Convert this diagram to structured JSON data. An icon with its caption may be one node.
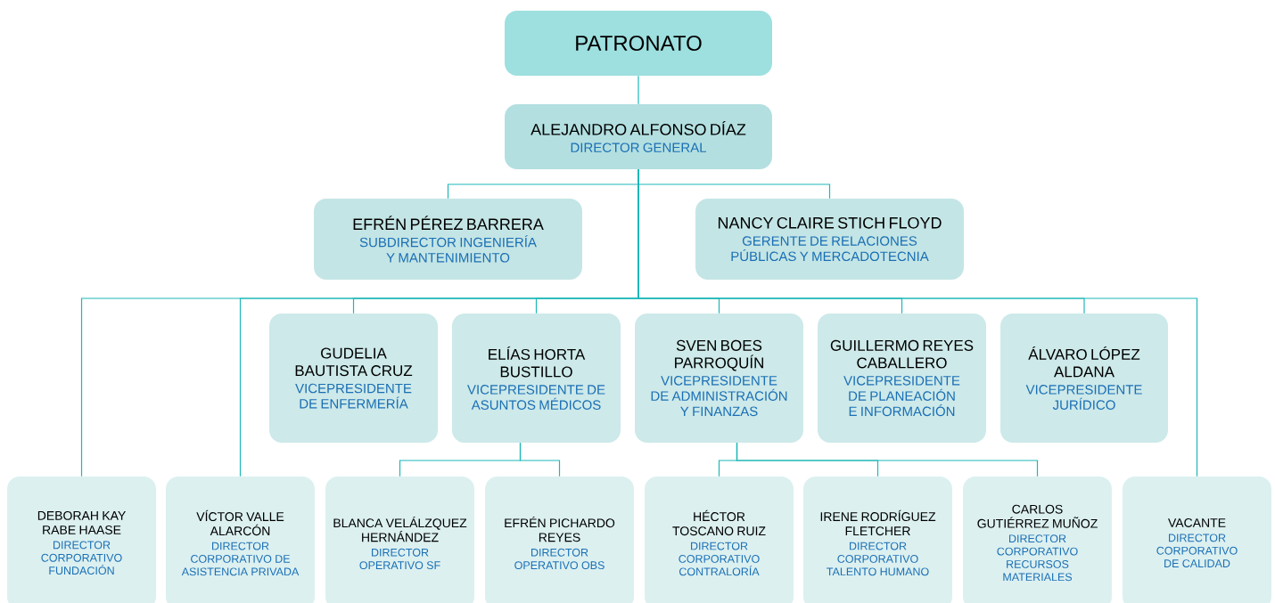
{
  "diagram": {
    "nodes": [
      {
        "text": [
          "PATRONATO"
        ]
      },
      {
        "text": [
          "ALEJANDRO ALFONSO DÍAZ",
          "DIRECTOR GENERAL"
        ]
      },
      {
        "text": [
          "EFRÉN PÉREZ BARRERA",
          "SUBDIRECTOR INGENIERÍA Y MANTENIMIENTO"
        ]
      },
      {
        "text": [
          "NANCY CLAIRE STICH FLOYD",
          "GERENTE DE RELACIONES PÚBLICAS Y MERCADOTECNIA"
        ]
      },
      {
        "text": [
          "GUDELIA BAUTISTA CRUZ",
          "VICEPRESIDENTE DE ENFERMERÍA"
        ]
      },
      {
        "text": [
          "ELÍAS HORTA BUSTILLO",
          "VICEPRESIDENTE DE ASUNTOS MÉDICOS"
        ]
      },
      {
        "text": [
          "SVEN BOES PARROQUÍN",
          "VICEPRESIDENTE DE ADMINISTRACIÓN Y FINANZAS"
        ]
      },
      {
        "text": [
          "GUILLERMO REYES CABALLERO",
          "VICEPRESIDENTE DE PLANEACIÓN E INFORMACIÓN"
        ]
      },
      {
        "text": [
          "ÁLVARO LÓPEZ ALDANA",
          "VICEPRESIDENTE JURÍDICO"
        ]
      },
      {
        "text": [
          "DEBORAH KAY RABE HAASE",
          "DIRECTOR CORPORATIVO FUNDACIÓN"
        ]
      },
      {
        "text": [
          "VÍCTOR VALLE ALARCÓN",
          "DIRECTOR CORPORATIVO DE ASISTENCIA PRIVADA"
        ]
      },
      {
        "text": [
          "BLANCA VELÁLZQUEZ HERNÁNDEZ",
          "DIRECTOR OPERATIVO SF"
        ]
      },
      {
        "text": [
          "EFRÉN PICHARDO REYES",
          "DIRECTOR OPERATIVO OBS"
        ]
      },
      {
        "text": [
          "HÉCTOR TOSCANO RUIZ",
          "DIRECTOR CORPORATIVO CONTRALORÍA"
        ]
      },
      {
        "text": [
          "IRENE RODRÍGUEZ FLETCHER",
          "DIRECTOR CORPORATIVO TALENTO HUMANO"
        ]
      },
      {
        "text": [
          "CARLOS GUTIÉRREZ MUÑOZ",
          "DIRECTOR CORPORATIVO RECURSOS MATERIALES"
        ]
      },
      {
        "text": [
          "VACANTE",
          "DIRECTOR CORPORATIVO DE CALIDAD"
        ]
      }
    ],
    "edges": [
      {
        "from": 0,
        "to": 1,
        "arrow": "none"
      },
      {
        "from": 1,
        "to": 2,
        "arrow": "none"
      },
      {
        "from": 1,
        "to": 3,
        "arrow": "none"
      },
      {
        "from": 1,
        "to": 9,
        "arrow": "none"
      },
      {
        "from": 1,
        "to": 10,
        "arrow": "none"
      },
      {
        "from": 1,
        "to": 4,
        "arrow": "none"
      },
      {
        "from": 1,
        "to": 5,
        "arrow": "none"
      },
      {
        "from": 1,
        "to": 6,
        "arrow": "none"
      },
      {
        "from": 1,
        "to": 7,
        "arrow": "none"
      },
      {
        "from": 1,
        "to": 8,
        "arrow": "none"
      },
      {
        "from": 1,
        "to": 16,
        "arrow": "none"
      },
      {
        "from": 5,
        "to": 11,
        "arrow": "none"
      },
      {
        "from": 5,
        "to": 12,
        "arrow": "none"
      },
      {
        "from": 6,
        "to": 13,
        "arrow": "none"
      },
      {
        "from": 6,
        "to": 14,
        "arrow": "none"
      },
      {
        "from": 6,
        "to": 15,
        "arrow": "none"
      }
    ]
  }
}
